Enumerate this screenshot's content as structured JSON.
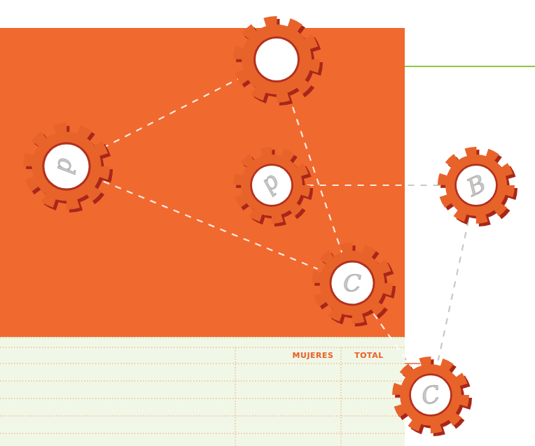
{
  "diagram": {
    "nodes": [
      {
        "text": [
          "d"
        ]
      },
      {
        "text": [
          "d"
        ]
      },
      {
        "text": [
          "B"
        ]
      },
      {
        "text": [
          "C"
        ]
      },
      {
        "text": [
          "C"
        ]
      }
    ],
    "edges": [
      {
        "from": 0,
        "to": 3,
        "arrow": "none"
      },
      {
        "from": 1,
        "to": 2,
        "arrow": "none"
      },
      {
        "from": 2,
        "to": 4,
        "arrow": "none"
      },
      {
        "from": 3,
        "to": 4,
        "arrow": "none"
      }
    ],
    "labels": [
      "MUJERES",
      "TOTAL"
    ]
  }
}
